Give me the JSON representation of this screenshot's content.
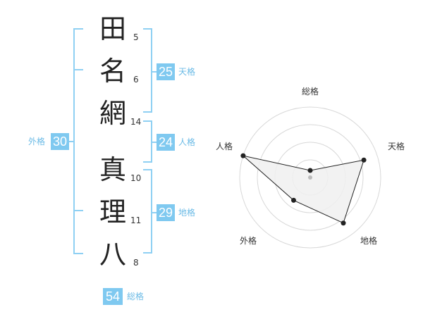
{
  "surname": [
    {
      "char": "田",
      "strokes": "5"
    },
    {
      "char": "名",
      "strokes": "6"
    },
    {
      "char": "網",
      "strokes": "14"
    }
  ],
  "given": [
    {
      "char": "真",
      "strokes": "10"
    },
    {
      "char": "理",
      "strokes": "11"
    },
    {
      "char": "八",
      "strokes": "8"
    }
  ],
  "kakusu": {
    "tenkaku": {
      "value": "25",
      "label": "天格"
    },
    "jinkaku": {
      "value": "24",
      "label": "人格"
    },
    "chikaku": {
      "value": "29",
      "label": "地格"
    },
    "gaikaku": {
      "value": "30",
      "label": "外格"
    },
    "soukaku": {
      "value": "54",
      "label": "総格"
    }
  },
  "chart_data": {
    "type": "radar",
    "axes": [
      "総格",
      "天格",
      "地格",
      "外格",
      "人格"
    ],
    "values": [
      0.1,
      0.8,
      0.8,
      0.4,
      1.0
    ],
    "rings": 4,
    "colors": {
      "fill": "#f0f0f0",
      "line": "#222222",
      "ring": "#d8d8d8",
      "center": "#bbbbbb"
    }
  },
  "colors": {
    "accent": "#7fc9f0",
    "accent_text": "#6cbbe6",
    "bracket": "#8fd0f3"
  }
}
